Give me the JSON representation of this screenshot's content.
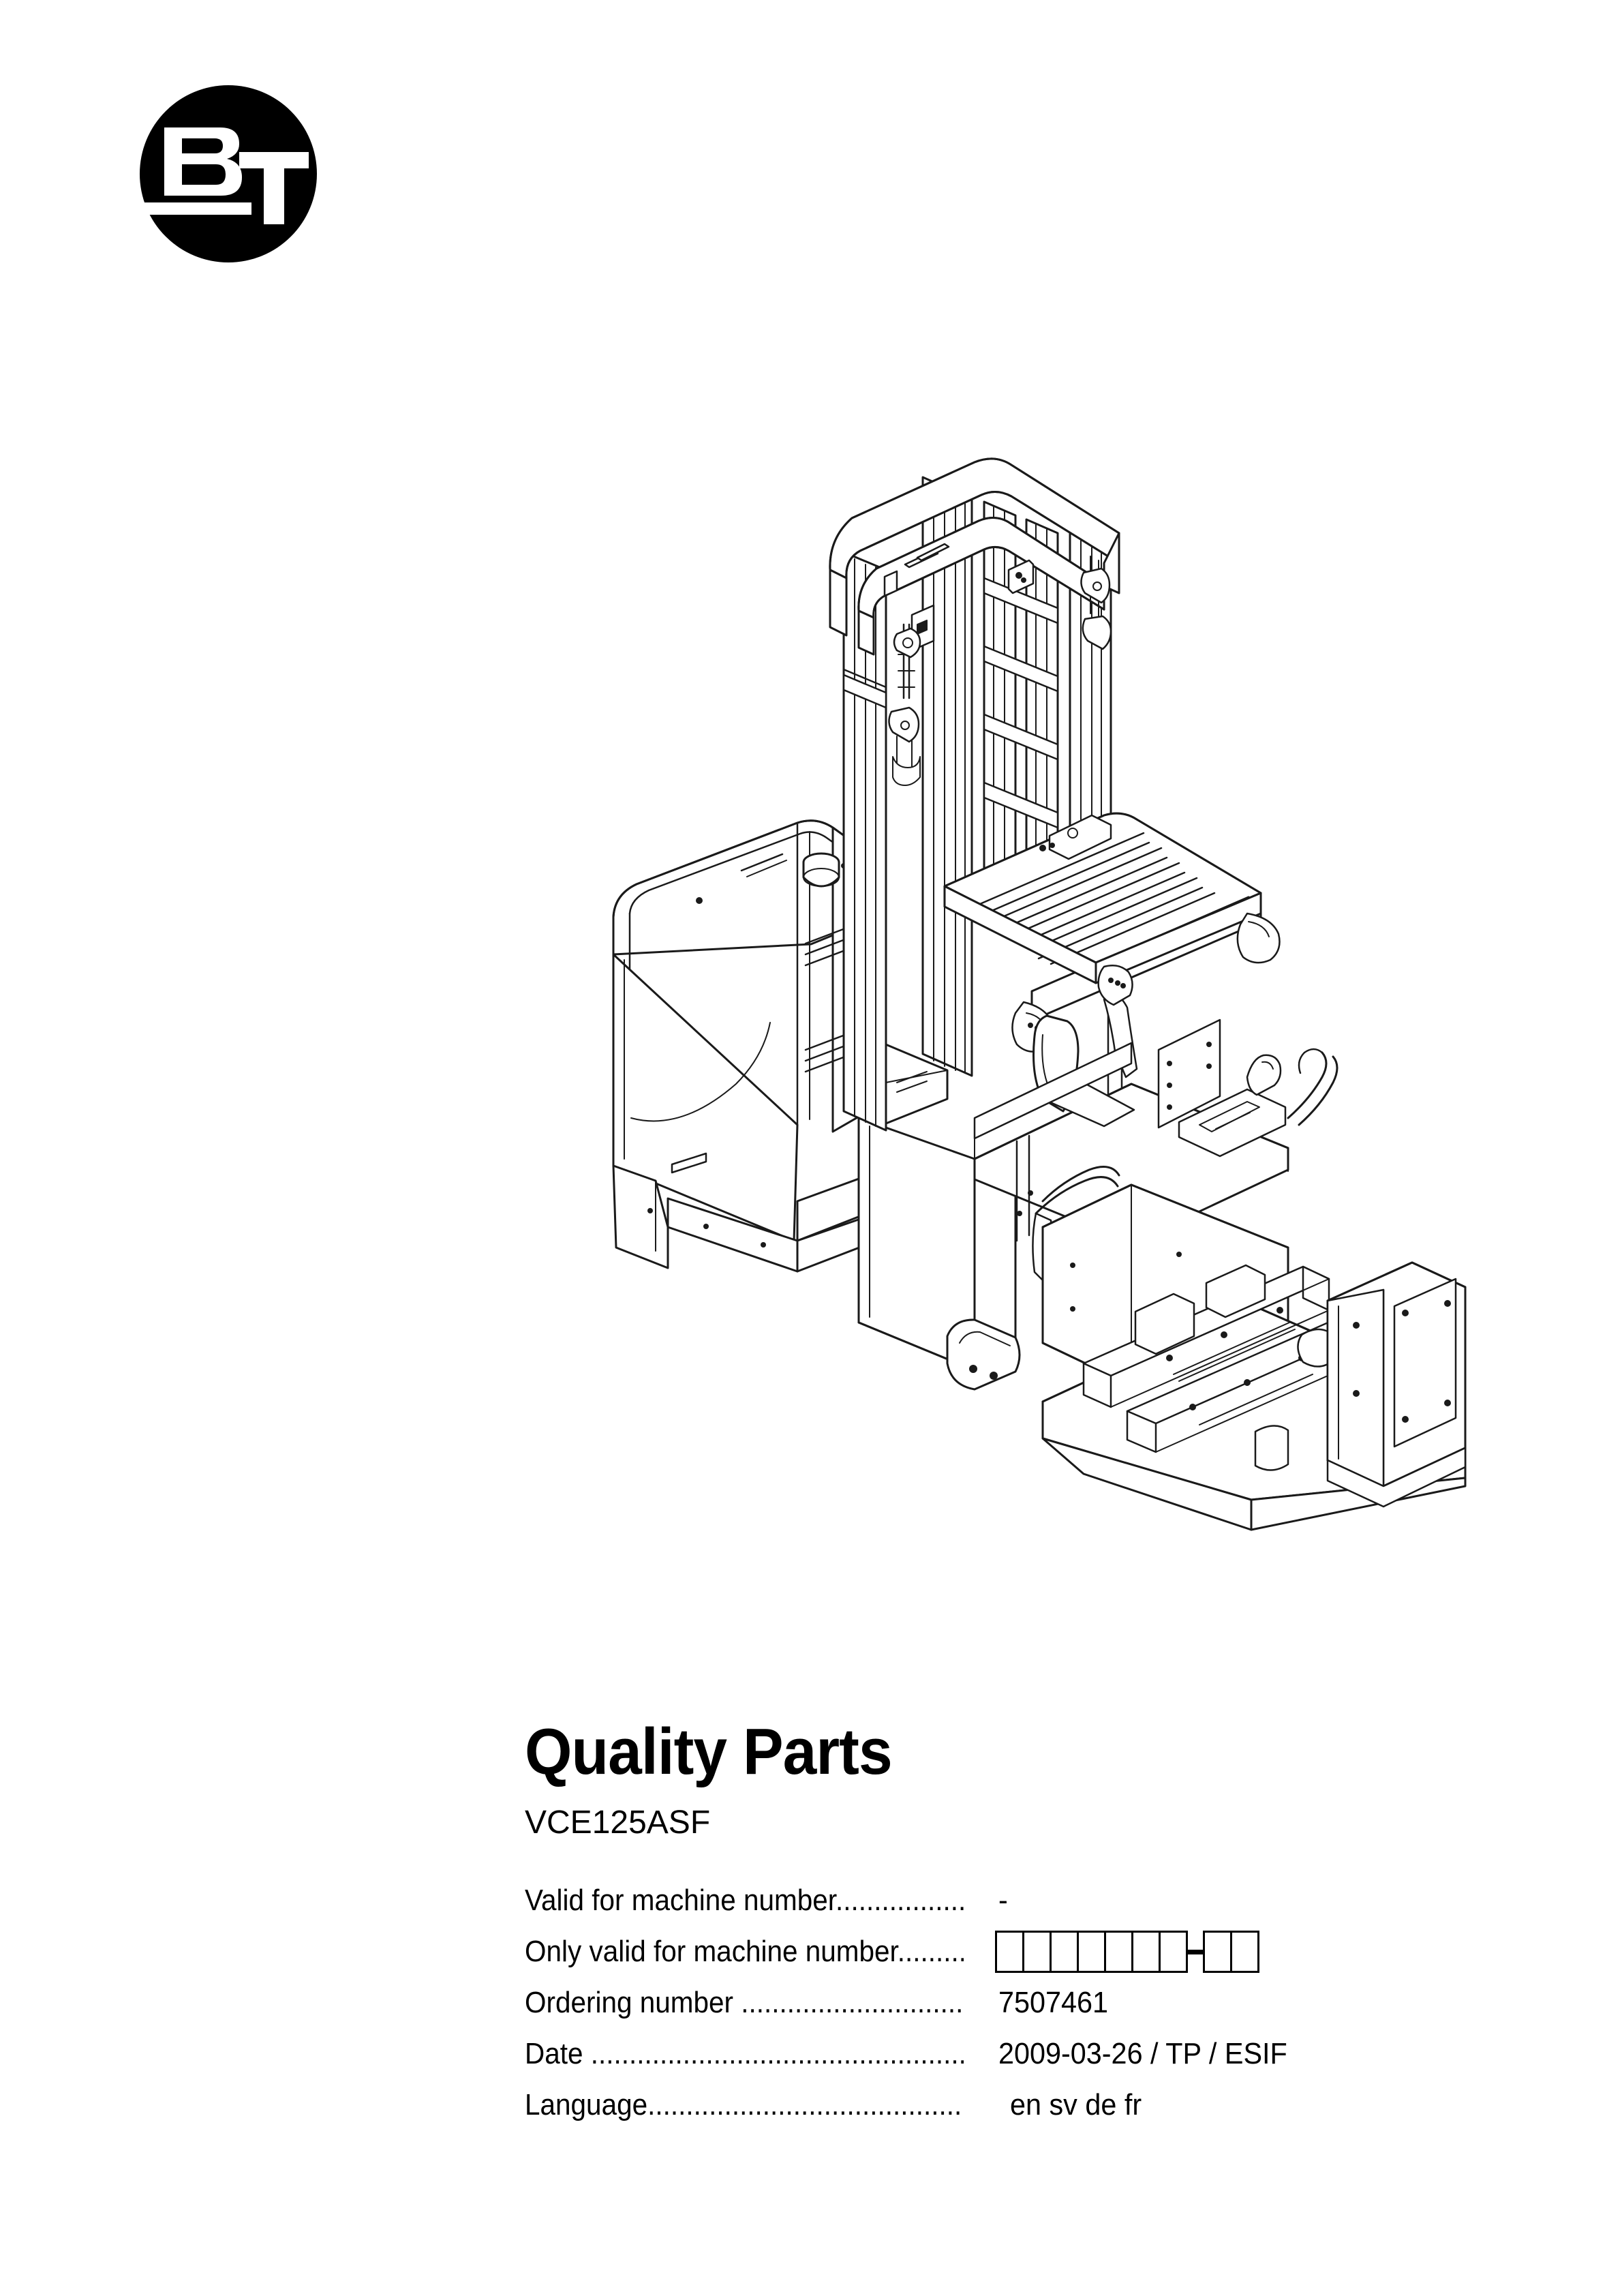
{
  "brand": {
    "logo_name": "bt-logo",
    "letter_primary": "B",
    "letter_secondary": "T",
    "color": "#000000"
  },
  "illustration": {
    "name": "forklift-truck-line-drawing",
    "description": "Technical isometric line drawing of a BT VCE125ASF very-narrow-aisle turret order picker truck",
    "line_color": "#1a1a1a",
    "fill_color": "#ffffff"
  },
  "document": {
    "title": "Quality Parts",
    "subtitle": "VCE125ASF"
  },
  "specs": [
    {
      "label": "Valid for machine number....................",
      "value": "-",
      "type": "text",
      "name": "valid-for-machine-number"
    },
    {
      "label": "Only valid for machine number............",
      "value": "",
      "type": "boxes",
      "name": "only-valid-for-machine-number",
      "boxes_before": 7,
      "boxes_after": 2,
      "separator": "-"
    },
    {
      "label": "Ordering number .................................",
      "value": "7507461",
      "type": "text",
      "name": "ordering-number"
    },
    {
      "label": "Date ...................................................",
      "value": "2009-03-26 / TP / ESIF",
      "type": "text",
      "name": "date"
    },
    {
      "label": "Language.............................................",
      "value": "en sv de fr",
      "type": "text",
      "name": "language",
      "indent": true
    }
  ]
}
